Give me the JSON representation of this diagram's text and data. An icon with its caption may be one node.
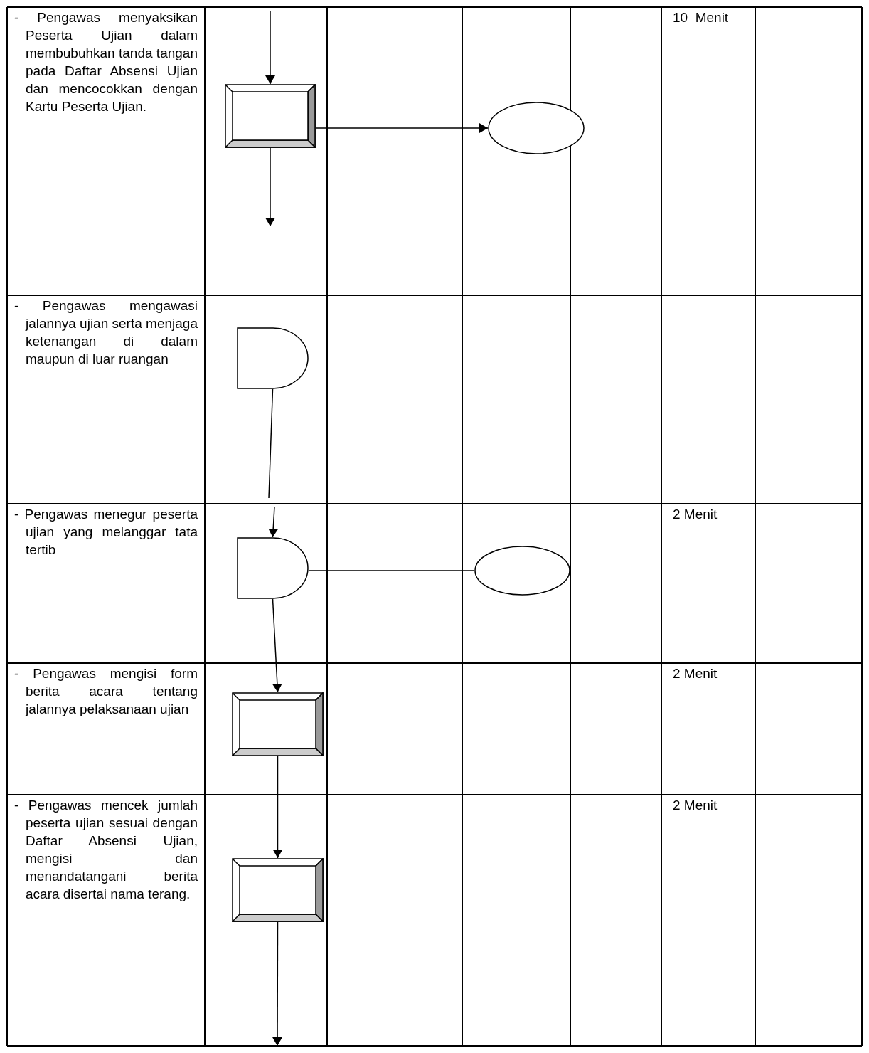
{
  "diagram": {
    "nodes": [
      {
        "text": [],
        "shape": "box"
      },
      {
        "text": [],
        "shape": "ellipse"
      },
      {
        "text": [],
        "shape": "delay"
      },
      {
        "text": [],
        "shape": "delay"
      },
      {
        "text": [],
        "shape": "ellipse"
      },
      {
        "text": [],
        "shape": "box"
      },
      {
        "text": [],
        "shape": "box"
      }
    ],
    "edges": [
      {
        "from": null,
        "to": 0,
        "arrow": "to"
      },
      {
        "from": 0,
        "to": 1,
        "arrow": "to"
      },
      {
        "from": 0,
        "to": null,
        "arrow": "to"
      },
      {
        "from": 2,
        "to": null,
        "arrow": "none"
      },
      {
        "from": null,
        "to": 3,
        "arrow": "to"
      },
      {
        "from": 3,
        "to": 4,
        "arrow": "none"
      },
      {
        "from": 3,
        "to": 5,
        "arrow": "to"
      },
      {
        "from": 5,
        "to": 6,
        "arrow": "to"
      },
      {
        "from": 6,
        "to": null,
        "arrow": "to"
      }
    ],
    "labels": [
      "- Pengawas menyaksikan Peserta Ujian dalam membubuhkan tanda tangan pada Daftar Absensi Ujian dan mencocokkan dengan Kartu Peserta Ujian.",
      "10  Menit",
      "- Pengawas mengawasi jalannya ujian serta menjaga ketenangan di dalam maupun di luar ruangan",
      "- Pengawas menegur peserta ujian yang melanggar tata tertib",
      "2 Menit",
      "- Pengawas mengisi form berita acara tentang jalannya pelaksanaan ujian",
      "2 Menit",
      "- Pengawas mencek jumlah peserta ujian sesuai dengan Daftar Absensi Ujian, mengisi dan menandatangani berita acara disertai nama terang.",
      "2 Menit"
    ]
  }
}
